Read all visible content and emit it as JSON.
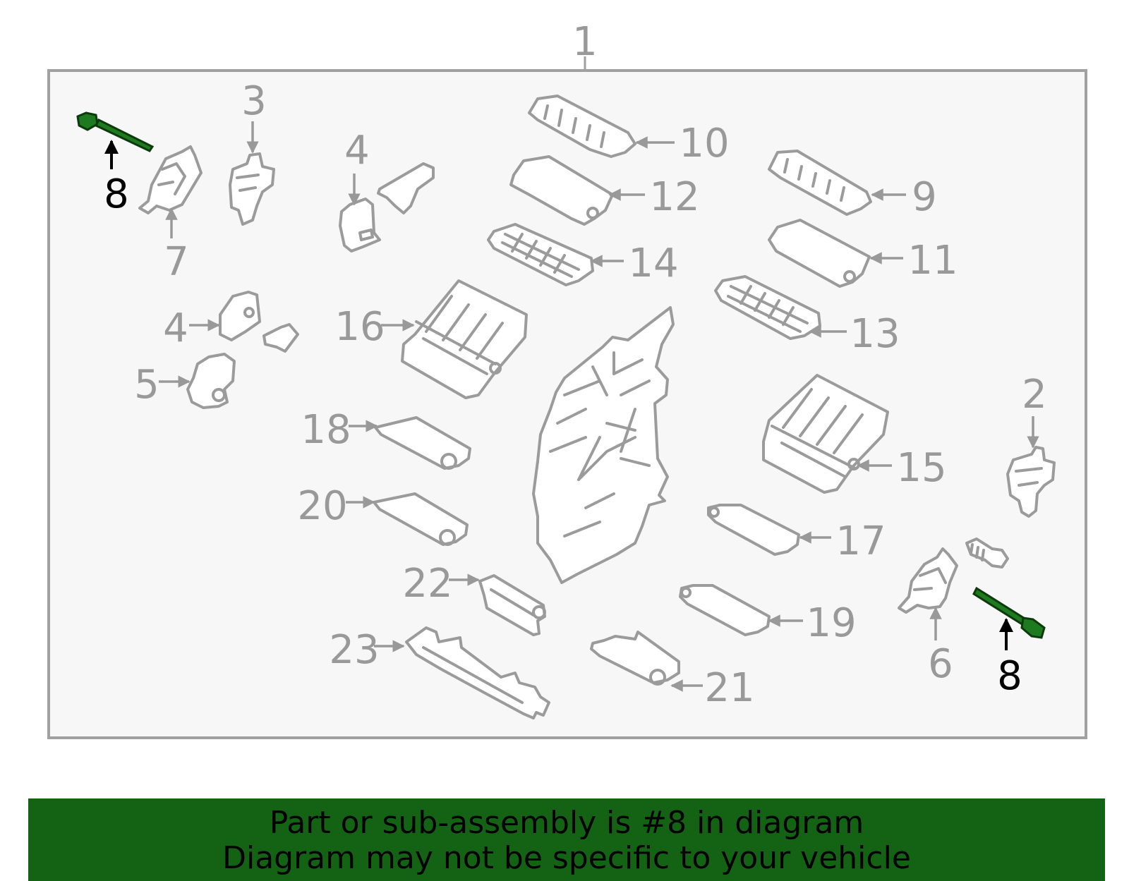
{
  "diagram": {
    "assembly_label": "1",
    "highlight_color": "#1e7a1e",
    "callouts": {
      "c2": "2",
      "c3": "3",
      "c4a": "4",
      "c4b": "4",
      "c5": "5",
      "c6": "6",
      "c7": "7",
      "c8a": "8",
      "c8b": "8",
      "c9": "9",
      "c10": "10",
      "c11": "11",
      "c12": "12",
      "c13": "13",
      "c14": "14",
      "c15": "15",
      "c16": "16",
      "c17": "17",
      "c18": "18",
      "c19": "19",
      "c20": "20",
      "c21": "21",
      "c22": "22",
      "c23": "23"
    }
  },
  "banner": {
    "line1": "Part or sub-assembly is #8 in diagram",
    "line2": "Diagram may not be specific to your vehicle",
    "background": "#146314"
  }
}
